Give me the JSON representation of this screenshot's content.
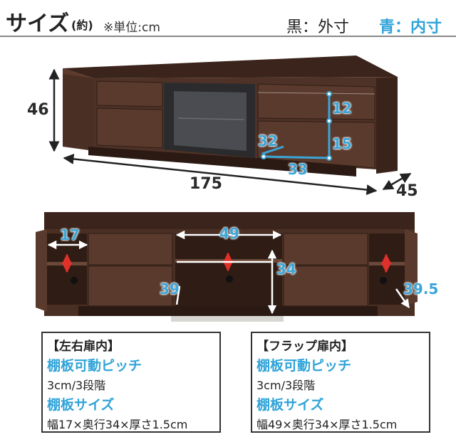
{
  "header": {
    "title": "サイズ",
    "title_note": "(約)",
    "unit": "※単位:cm",
    "legend_outer": "黒：外寸",
    "legend_inner": "青：内寸"
  },
  "top_view": {
    "height": "46",
    "width": "175",
    "depth": "45",
    "inner_12": "12",
    "inner_15": "15",
    "inner_32": "32",
    "inner_33": "33"
  },
  "open_view": {
    "dim_17": "17",
    "dim_49": "49",
    "dim_34": "34",
    "dim_39": "39",
    "dim_39_5": "39.5"
  },
  "box_left": {
    "title": "【左右扉内】",
    "pitch_heading": "棚板可動ピッチ",
    "pitch_value": "3cm/3段階",
    "size_heading": "棚板サイズ",
    "size_value": "幅17×奥行34×厚さ1.5cm"
  },
  "box_right": {
    "title": "【フラップ扉内】",
    "pitch_heading": "棚板可動ピッチ",
    "pitch_value": "3cm/3段階",
    "size_heading": "棚板サイズ",
    "size_value": "幅49×奥行34×厚さ1.5cm"
  },
  "colors": {
    "wood": "#4a2f24",
    "wood_light": "#5c3a2c",
    "inner_blue": "#3aa6d8",
    "arrow_red": "#e0302a"
  }
}
